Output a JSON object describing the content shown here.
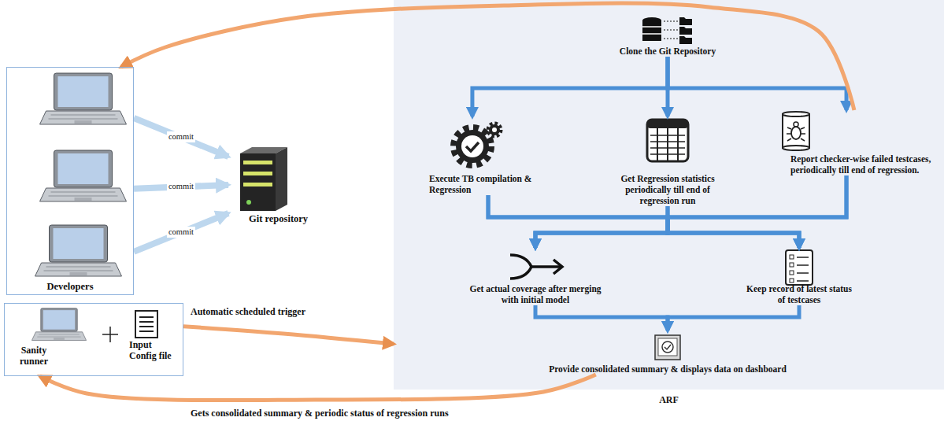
{
  "diagram": {
    "nodes": [
      {
        "text": [
          "Developers"
        ]
      },
      {
        "text": [
          "Git repository"
        ]
      },
      {
        "text": [
          "Sanity runner",
          "Input Config file"
        ]
      },
      {
        "text": [
          "ARF"
        ]
      },
      {
        "text": [
          "Clone the Git Repository"
        ],
        "in": 3
      },
      {
        "text": [
          "Execute TB compilation & Regression"
        ],
        "in": 3
      },
      {
        "text": [
          "Get Regression statistics periodically till end of regression run"
        ],
        "in": 3
      },
      {
        "text": [
          "Report checker-wise failed testcases, periodically till end of regression."
        ],
        "in": 3
      },
      {
        "text": [
          "Get actual coverage after merging with initial model"
        ],
        "in": 3
      },
      {
        "text": [
          "Keep record of latest status of testcases"
        ],
        "in": 3
      },
      {
        "text": [
          "Provide consolidated summary & displays data on dashboard"
        ],
        "in": 3
      }
    ],
    "edges": [
      {
        "from": 0,
        "to": 1,
        "label": "commit",
        "arrow": "to"
      },
      {
        "from": 0,
        "to": 1,
        "label": "commit",
        "arrow": "to"
      },
      {
        "from": 0,
        "to": 1,
        "label": "commit",
        "arrow": "to"
      },
      {
        "from": 4,
        "to": 5,
        "arrow": "to"
      },
      {
        "from": 4,
        "to": 6,
        "arrow": "to"
      },
      {
        "from": 4,
        "to": 7,
        "arrow": "to"
      },
      {
        "from": 5,
        "to": 8,
        "arrow": "to"
      },
      {
        "from": 5,
        "to": 9,
        "arrow": "to"
      },
      {
        "from": 6,
        "to": 8,
        "arrow": "to"
      },
      {
        "from": 6,
        "to": 9,
        "arrow": "to"
      },
      {
        "from": 7,
        "to": 8,
        "arrow": "to"
      },
      {
        "from": 7,
        "to": 9,
        "arrow": "to"
      },
      {
        "from": 8,
        "to": 10,
        "arrow": "to"
      },
      {
        "from": 9,
        "to": 10,
        "arrow": "to"
      },
      {
        "from": 7,
        "to": 0,
        "arrow": "to"
      },
      {
        "from": 2,
        "to": 3,
        "label": "Automatic scheduled trigger",
        "arrow": "to"
      },
      {
        "from": 10,
        "to": 2,
        "label": "Gets consolidated summary & periodic status of regression runs",
        "arrow": "to"
      }
    ]
  }
}
